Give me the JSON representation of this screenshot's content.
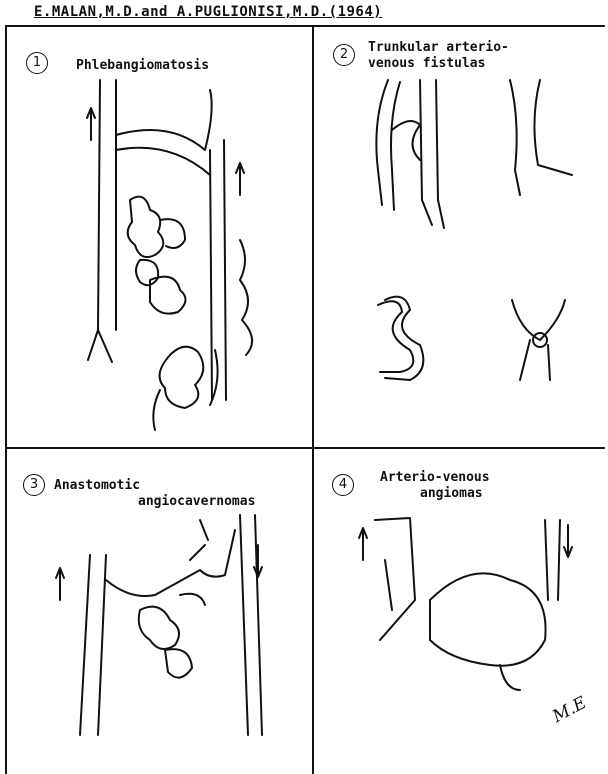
{
  "header": {
    "title": "E.MALAN,M.D.and A.PUGLIONISI,M.D.(1964)"
  },
  "panels": [
    {
      "number": "1",
      "label": "Phlebangiomatosis"
    },
    {
      "number": "2",
      "label_line1": "Trunkular arterio-",
      "label_line2": "venous fistulas"
    },
    {
      "number": "3",
      "label_line1": "Anastomotic",
      "label_line2": "angiocavernomas"
    },
    {
      "number": "4",
      "label_line1": "Arterio-venous",
      "label_line2": "angiomas"
    }
  ],
  "signature": "M.E",
  "colors": {
    "ink": "#111111",
    "paper": "#ffffff"
  }
}
